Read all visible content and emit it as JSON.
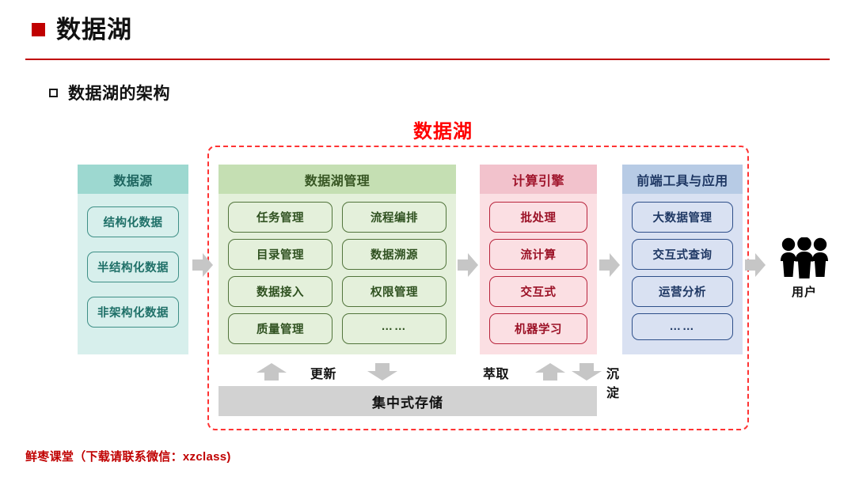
{
  "slide": {
    "title": "数据湖",
    "subheading": "数据湖的架构",
    "footer": "鲜枣课堂（下载请联系微信：xzclass)",
    "accent_color": "#C00000",
    "boundary_color": "#FF3333"
  },
  "diagram": {
    "lake_label": "数据湖",
    "columns": [
      {
        "id": "source",
        "header": "数据源",
        "header_bg": "#9DD8D0",
        "body_bg": "#D7EFEC",
        "text_color": "#1F7068",
        "items": [
          "结构化数据",
          "半结构化数据",
          "非架构化数据"
        ]
      },
      {
        "id": "manage",
        "header": "数据湖管理",
        "header_bg": "#C5DFB3",
        "body_bg": "#E4F0DB",
        "text_color": "#2F5120",
        "items": [
          "任务管理",
          "流程编排",
          "目录管理",
          "数据溯源",
          "数据接入",
          "权限管理",
          "质量管理",
          "……"
        ]
      },
      {
        "id": "engine",
        "header": "计算引擎",
        "header_bg": "#F2C2CC",
        "body_bg": "#FBDFE3",
        "text_color": "#9B1126",
        "items": [
          "批处理",
          "流计算",
          "交互式",
          "机器学习"
        ]
      },
      {
        "id": "frontend",
        "header": "前端工具与应用",
        "header_bg": "#B7CBE5",
        "body_bg": "#D9E1F2",
        "text_color": "#1F3864",
        "items": [
          "大数据管理",
          "交互式查询",
          "运营分析",
          "……"
        ]
      }
    ],
    "storage": {
      "label": "集中式存储",
      "flows": [
        "更新",
        "萃取",
        "沉淀"
      ]
    },
    "users": {
      "label": "用户",
      "icon": "users-icon"
    }
  }
}
